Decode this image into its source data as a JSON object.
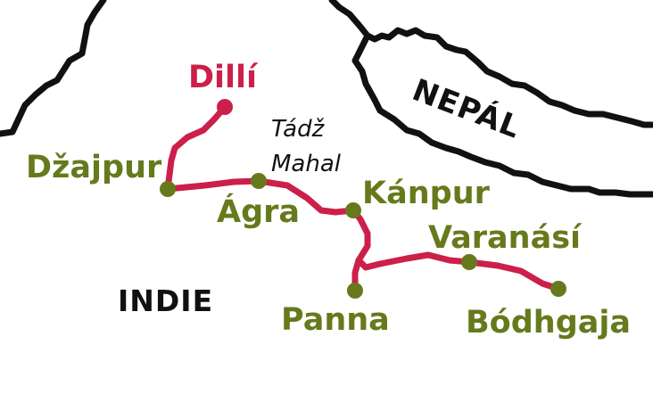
{
  "colors": {
    "route": "#cc1f4a",
    "city": "#667a1c",
    "capital": "#cc1f4a",
    "border": "#111111",
    "background": "#ffffff"
  },
  "countries": {
    "nepal": "NEPÁL",
    "india": "INDIE"
  },
  "landmark": {
    "line1": "Tádž",
    "line2": "Mahal"
  },
  "cities": {
    "dilli": "Dillí",
    "dzajpur": "Džajpur",
    "agra": "Ágra",
    "kanpur": "Kánpur",
    "varanasi": "Varanásí",
    "panna": "Panna",
    "bodhgaja": "Bódhgaja"
  }
}
